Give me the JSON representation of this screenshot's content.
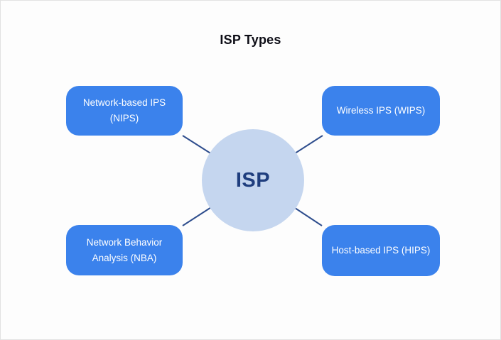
{
  "title": "ISP Types",
  "center": {
    "label": "ISP"
  },
  "nodes": [
    {
      "id": "nips",
      "label": "Network-based IPS (NIPS)"
    },
    {
      "id": "wips",
      "label": "Wireless IPS (WIPS)"
    },
    {
      "id": "nba",
      "label": "Network Behavior Analysis (NBA)"
    },
    {
      "id": "hips",
      "label": "Host-based IPS (HIPS)"
    }
  ],
  "colors": {
    "node_bg": "#3b82ec",
    "node_text": "#ffffff",
    "circle_bg": "#c5d6ef",
    "circle_text": "#1f3e7e",
    "connector": "#2e4d8d",
    "title_text": "#0d0d16",
    "canvas_bg": "#fdfdfd",
    "canvas_border": "#e2e2e2"
  }
}
